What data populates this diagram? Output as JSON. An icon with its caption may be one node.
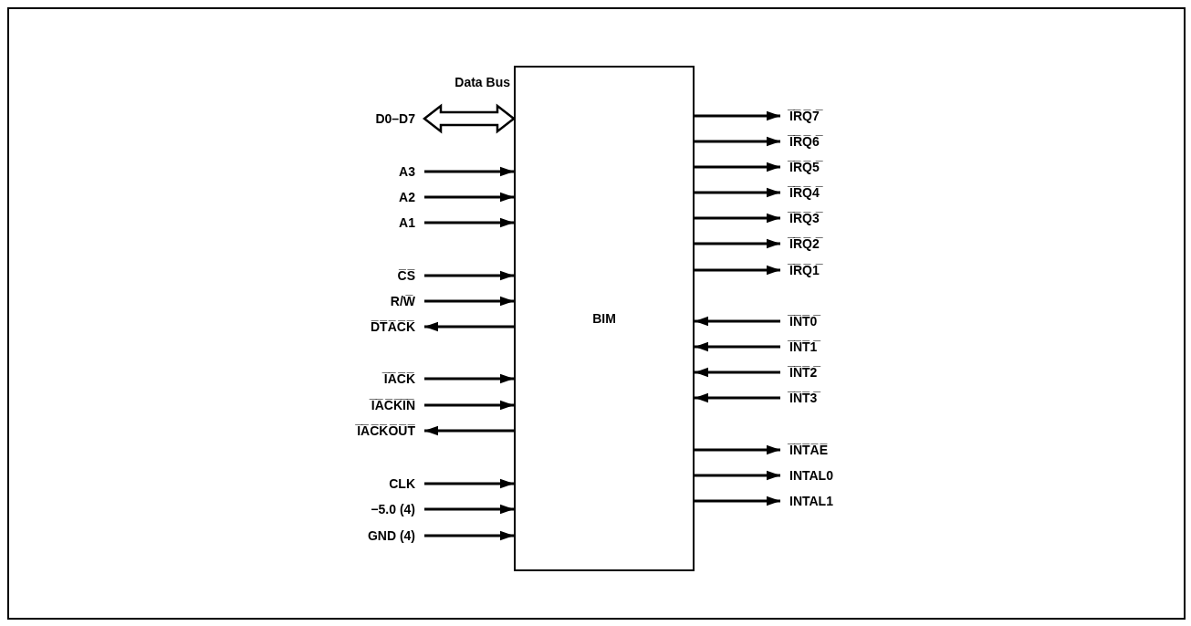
{
  "diagram": {
    "nodes": [
      {
        "text": [
          "BIM"
        ]
      },
      {
        "text": [
          "D0–D7"
        ]
      },
      {
        "text": [
          "A3"
        ]
      },
      {
        "text": [
          "A2"
        ]
      },
      {
        "text": [
          "A1"
        ]
      },
      {
        "text": [
          "C̅S̅"
        ]
      },
      {
        "text": [
          "R/W̅"
        ]
      },
      {
        "text": [
          "D̅T̅A̅C̅K̅"
        ]
      },
      {
        "text": [
          "I̅A̅C̅K̅"
        ]
      },
      {
        "text": [
          "I̅A̅C̅K̅I̅N̅"
        ]
      },
      {
        "text": [
          "I̅A̅C̅K̅O̅U̅T̅"
        ]
      },
      {
        "text": [
          "CLK"
        ]
      },
      {
        "text": [
          "−5.0 (4)"
        ]
      },
      {
        "text": [
          "GND (4)"
        ]
      },
      {
        "text": [
          "I̅R̅Q̅7̅"
        ]
      },
      {
        "text": [
          "I̅R̅Q̅6̅"
        ]
      },
      {
        "text": [
          "I̅R̅Q̅5̅"
        ]
      },
      {
        "text": [
          "I̅R̅Q̅4̅"
        ]
      },
      {
        "text": [
          "I̅R̅Q̅3̅"
        ]
      },
      {
        "text": [
          "I̅R̅Q̅2̅"
        ]
      },
      {
        "text": [
          "I̅R̅Q̅1̅"
        ]
      },
      {
        "text": [
          "I̅N̅T̅0̅"
        ]
      },
      {
        "text": [
          "I̅N̅T̅1̅"
        ]
      },
      {
        "text": [
          "I̅N̅T̅2̅"
        ]
      },
      {
        "text": [
          "I̅N̅T̅3̅"
        ]
      },
      {
        "text": [
          "I̅N̅T̅A̅E̅"
        ]
      },
      {
        "text": [
          "INTAL0"
        ]
      },
      {
        "text": [
          "INTAL1"
        ]
      }
    ],
    "edges": [
      {
        "from": 1,
        "to": 0,
        "arrow": "both",
        "label": "Data Bus",
        "style": "thick"
      },
      {
        "from": 2,
        "to": 0,
        "arrow": "to"
      },
      {
        "from": 3,
        "to": 0,
        "arrow": "to"
      },
      {
        "from": 4,
        "to": 0,
        "arrow": "to"
      },
      {
        "from": 5,
        "to": 0,
        "arrow": "to"
      },
      {
        "from": 6,
        "to": 0,
        "arrow": "to"
      },
      {
        "from": 0,
        "to": 7,
        "arrow": "to"
      },
      {
        "from": 8,
        "to": 0,
        "arrow": "to"
      },
      {
        "from": 9,
        "to": 0,
        "arrow": "to"
      },
      {
        "from": 0,
        "to": 10,
        "arrow": "to"
      },
      {
        "from": 11,
        "to": 0,
        "arrow": "to"
      },
      {
        "from": 12,
        "to": 0,
        "arrow": "to"
      },
      {
        "from": 13,
        "to": 0,
        "arrow": "to"
      },
      {
        "from": 0,
        "to": 14,
        "arrow": "to"
      },
      {
        "from": 0,
        "to": 15,
        "arrow": "to"
      },
      {
        "from": 0,
        "to": 16,
        "arrow": "to"
      },
      {
        "from": 0,
        "to": 17,
        "arrow": "to"
      },
      {
        "from": 0,
        "to": 18,
        "arrow": "to"
      },
      {
        "from": 0,
        "to": 19,
        "arrow": "to"
      },
      {
        "from": 0,
        "to": 20,
        "arrow": "to"
      },
      {
        "from": 21,
        "to": 0,
        "arrow": "to"
      },
      {
        "from": 22,
        "to": 0,
        "arrow": "to"
      },
      {
        "from": 23,
        "to": 0,
        "arrow": "to"
      },
      {
        "from": 24,
        "to": 0,
        "arrow": "to"
      },
      {
        "from": 0,
        "to": 25,
        "arrow": "to"
      },
      {
        "from": 0,
        "to": 26,
        "arrow": "to"
      },
      {
        "from": 0,
        "to": 27,
        "arrow": "to"
      }
    ]
  }
}
